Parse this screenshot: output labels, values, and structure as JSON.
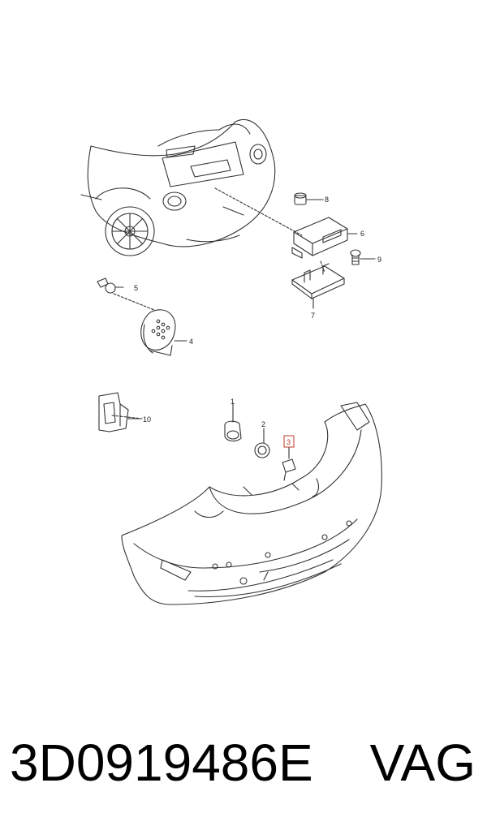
{
  "diagram": {
    "callouts": [
      {
        "id": "1",
        "highlighted": false
      },
      {
        "id": "2",
        "highlighted": false
      },
      {
        "id": "3",
        "highlighted": true
      },
      {
        "id": "4",
        "highlighted": false
      },
      {
        "id": "5",
        "highlighted": false
      },
      {
        "id": "6",
        "highlighted": false
      },
      {
        "id": "7",
        "highlighted": false
      },
      {
        "id": "8",
        "highlighted": false
      },
      {
        "id": "9",
        "highlighted": false
      },
      {
        "id": "10",
        "highlighted": false
      }
    ],
    "line_color": "#333333",
    "highlight_color": "#c0392b"
  },
  "caption": {
    "part_number": "3D0919486E",
    "brand": "VAG"
  }
}
